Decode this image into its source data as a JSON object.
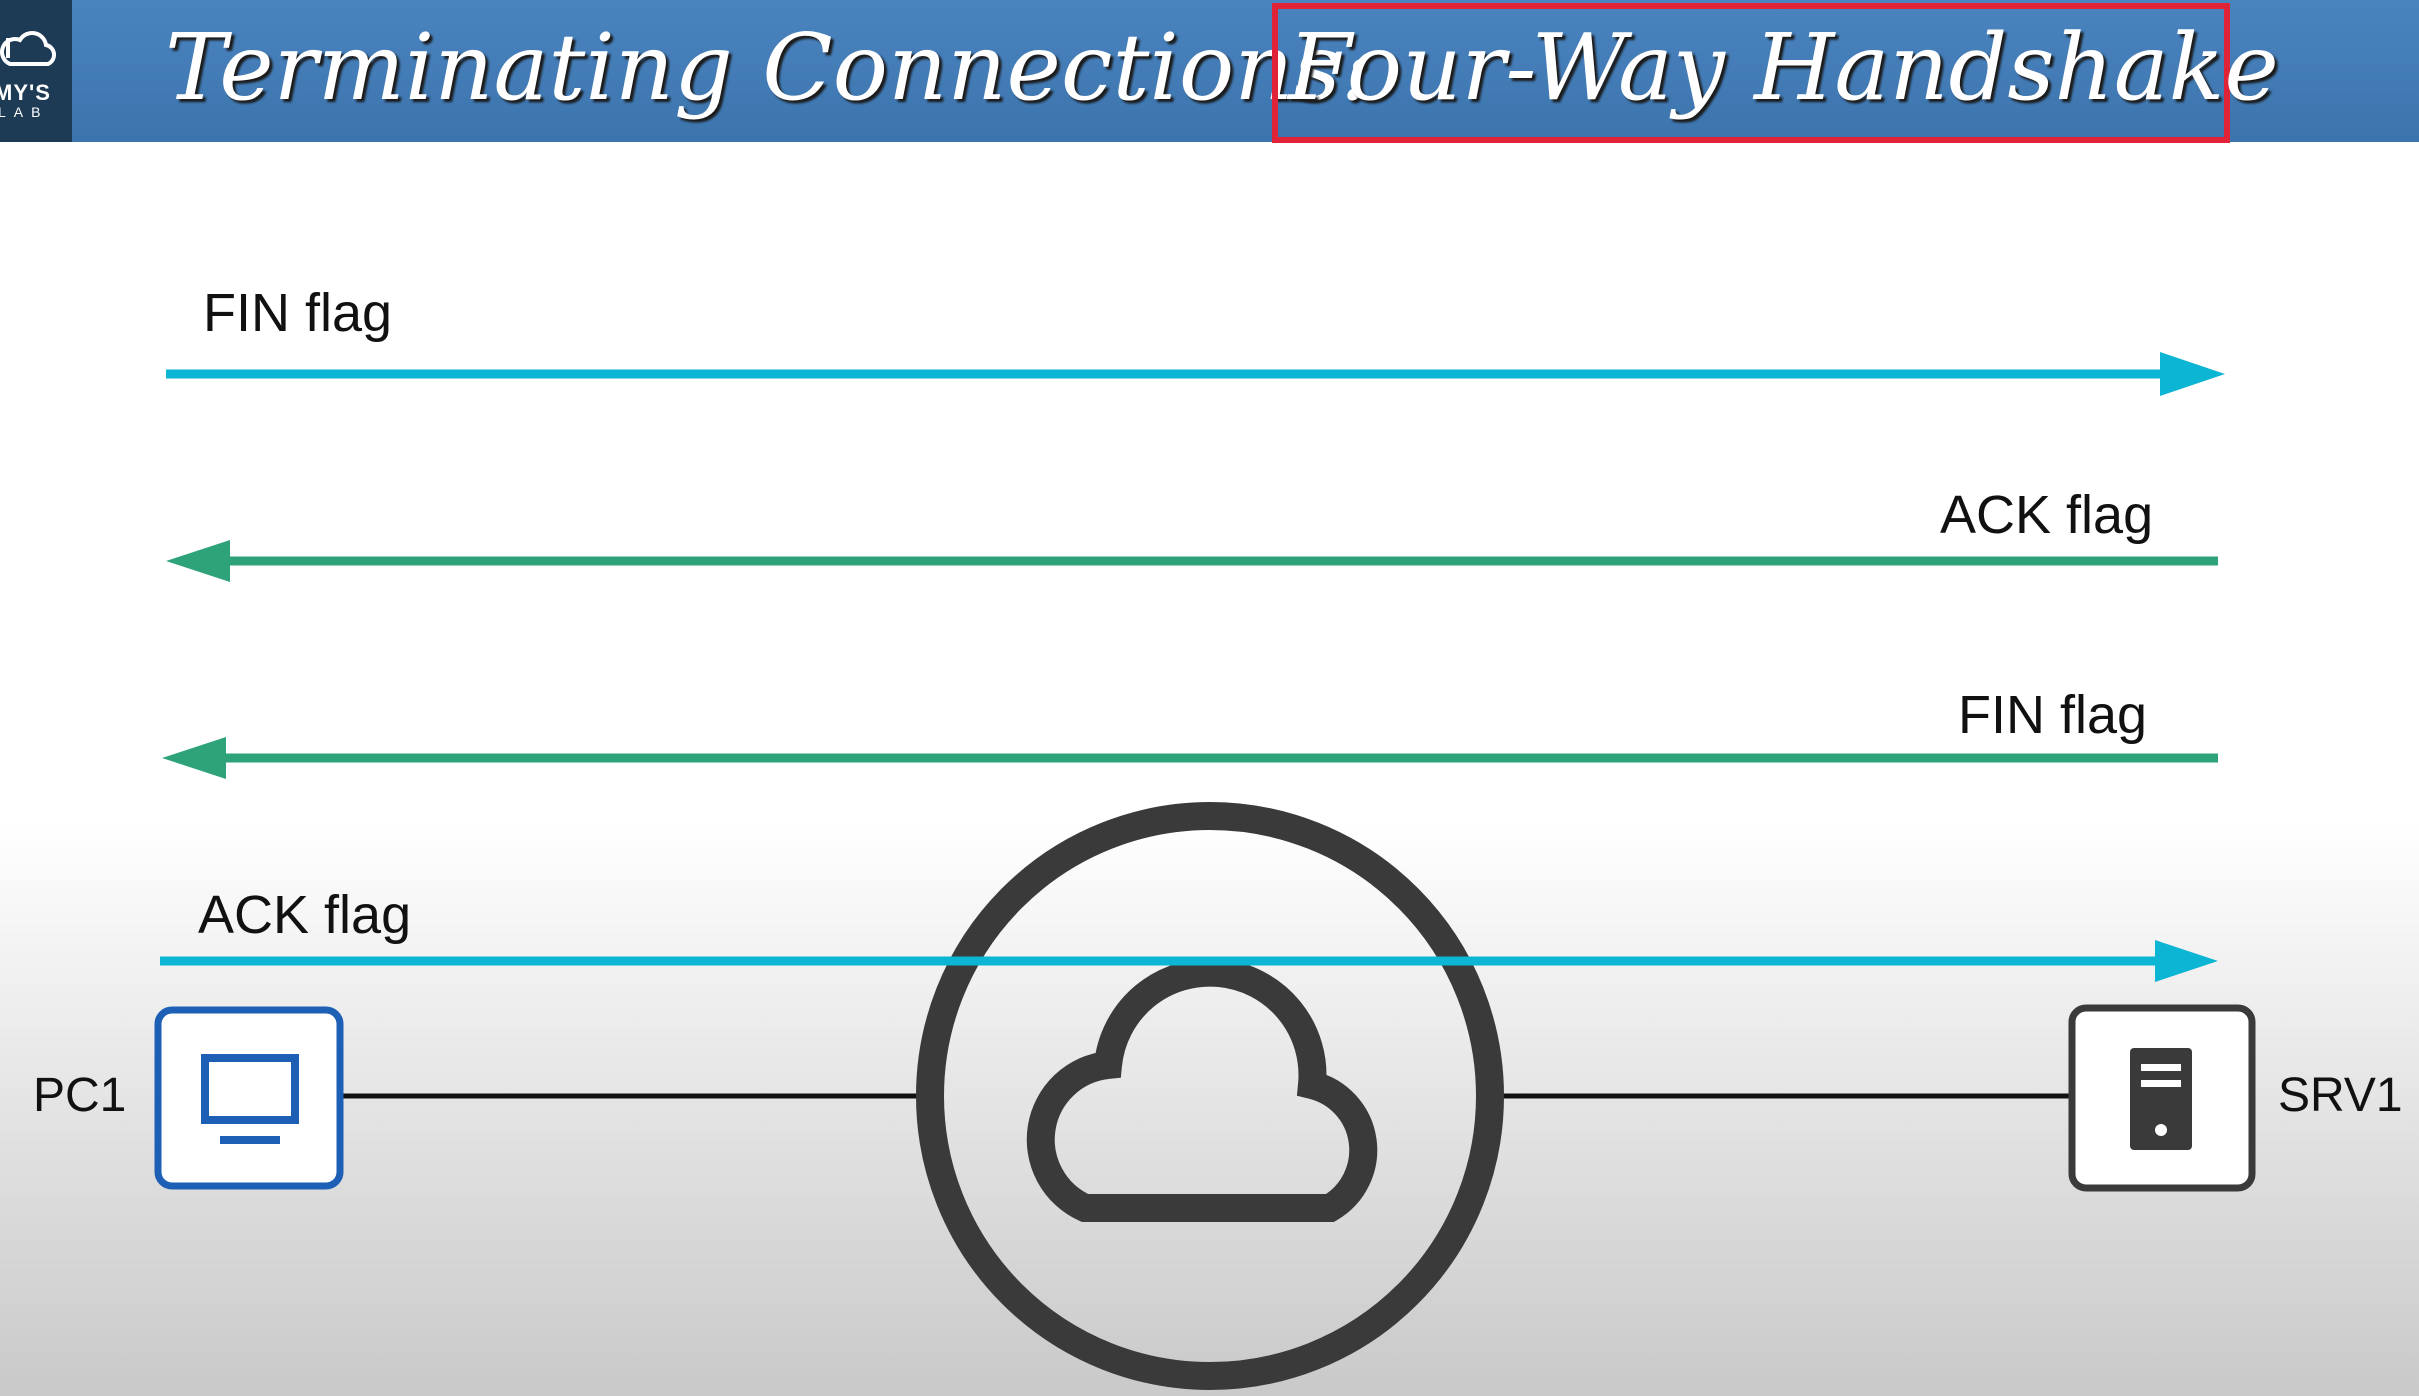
{
  "header": {
    "logo_line1": "MY'S",
    "logo_line2": "LAB",
    "title_part1": "Terminating Connections:",
    "title_part2": "Four-Way Handshake"
  },
  "arrows": [
    {
      "label": "FIN flag",
      "direction": "right",
      "color": "#0bb5d3"
    },
    {
      "label": "ACK flag",
      "direction": "left",
      "color": "#2ea37a"
    },
    {
      "label": "FIN flag",
      "direction": "left",
      "color": "#2ea37a"
    },
    {
      "label": "ACK flag",
      "direction": "right",
      "color": "#0bb5d3"
    }
  ],
  "nodes": {
    "pc": {
      "label": "PC1",
      "icon": "pc-icon",
      "color": "#1d5fb4"
    },
    "internet": {
      "icon": "cloud-icon",
      "color": "#3a3a3a"
    },
    "server": {
      "label": "SRV1",
      "icon": "server-icon",
      "color": "#3a3a3a"
    }
  },
  "colors": {
    "highlight": "#e02337",
    "title_bar": "#3f78b3"
  }
}
